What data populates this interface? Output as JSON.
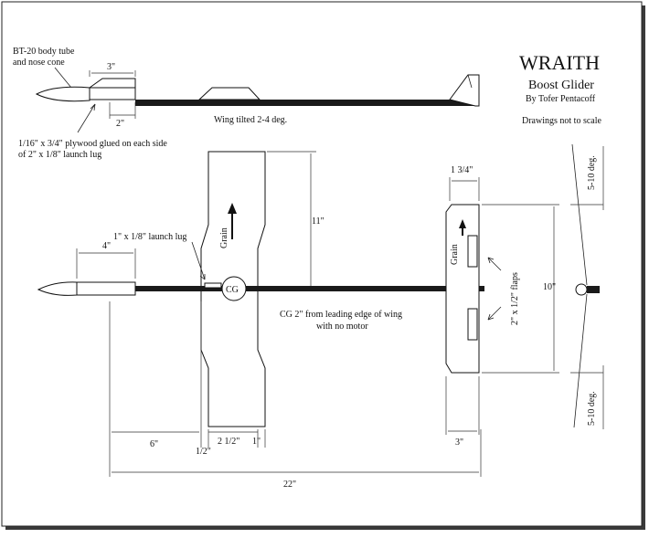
{
  "title": {
    "name": "WRAITH",
    "subtitle": "Boost Glider",
    "author": "By Tofer Pentacoff",
    "scale_note": "Drawings not to scale"
  },
  "side_view": {
    "body_tube_label_line1": "BT-20 body tube",
    "body_tube_label_line2": "and nose cone",
    "dim_3in": "3\"",
    "dim_2in": "2\"",
    "wing_note": "Wing tilted 2-4 deg.",
    "plywood_note_line1": "1/16\" x 3/4\" plywood glued on each side",
    "plywood_note_line2": "of 2\" x 1/8\" launch lug"
  },
  "top_view": {
    "launch_lug": "1\" x 1/8\" launch lug",
    "dim_4in": "4\"",
    "grain": "Grain",
    "dim_11in": "11\"",
    "cg": "CG",
    "cg_note_line1": "CG 2\" from leading edge of wing",
    "cg_note_line2": "with no motor",
    "dim_6in": "6\"",
    "dim_half": "1/2\"",
    "dim_2half": "2 1/2\"",
    "dim_1in": "1\"",
    "dim_22in": "22\""
  },
  "tail_view": {
    "dim_1_3_4": "1 3/4\"",
    "grain": "Grain",
    "flaps": "2\" x 1/2\" flaps",
    "dim_10in": "10\"",
    "dim_3in": "3\""
  },
  "front_view": {
    "dihedral_top": "5-10 deg.",
    "dihedral_bottom": "5-10 deg."
  }
}
